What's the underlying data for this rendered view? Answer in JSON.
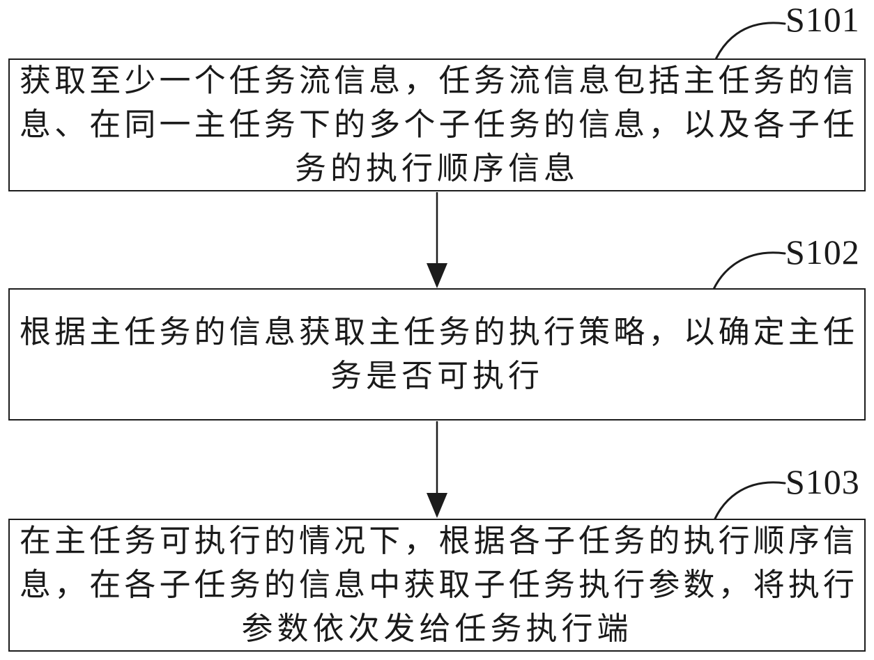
{
  "figure": {
    "type": "flowchart",
    "colors": {
      "ink": "#1c1c1c",
      "background": "#ffffff"
    },
    "steps": [
      {
        "label": "S101",
        "lines": [
          "获取至少一个任务流信息，任务流信息包括主任务的信",
          "息、在同一主任务下的多个子任务的信息，以及各子任",
          "务的执行顺序信息"
        ]
      },
      {
        "label": "S102",
        "lines": [
          "根据主任务的信息获取主任务的执行策略，以确定主任",
          "务是否可执行"
        ]
      },
      {
        "label": "S103",
        "lines": [
          "在主任务可执行的情况下，根据各子任务的执行顺序信",
          "息，在各子任务的信息中获取子任务执行参数，将执行",
          "参数依次发给任务执行端"
        ]
      }
    ]
  }
}
